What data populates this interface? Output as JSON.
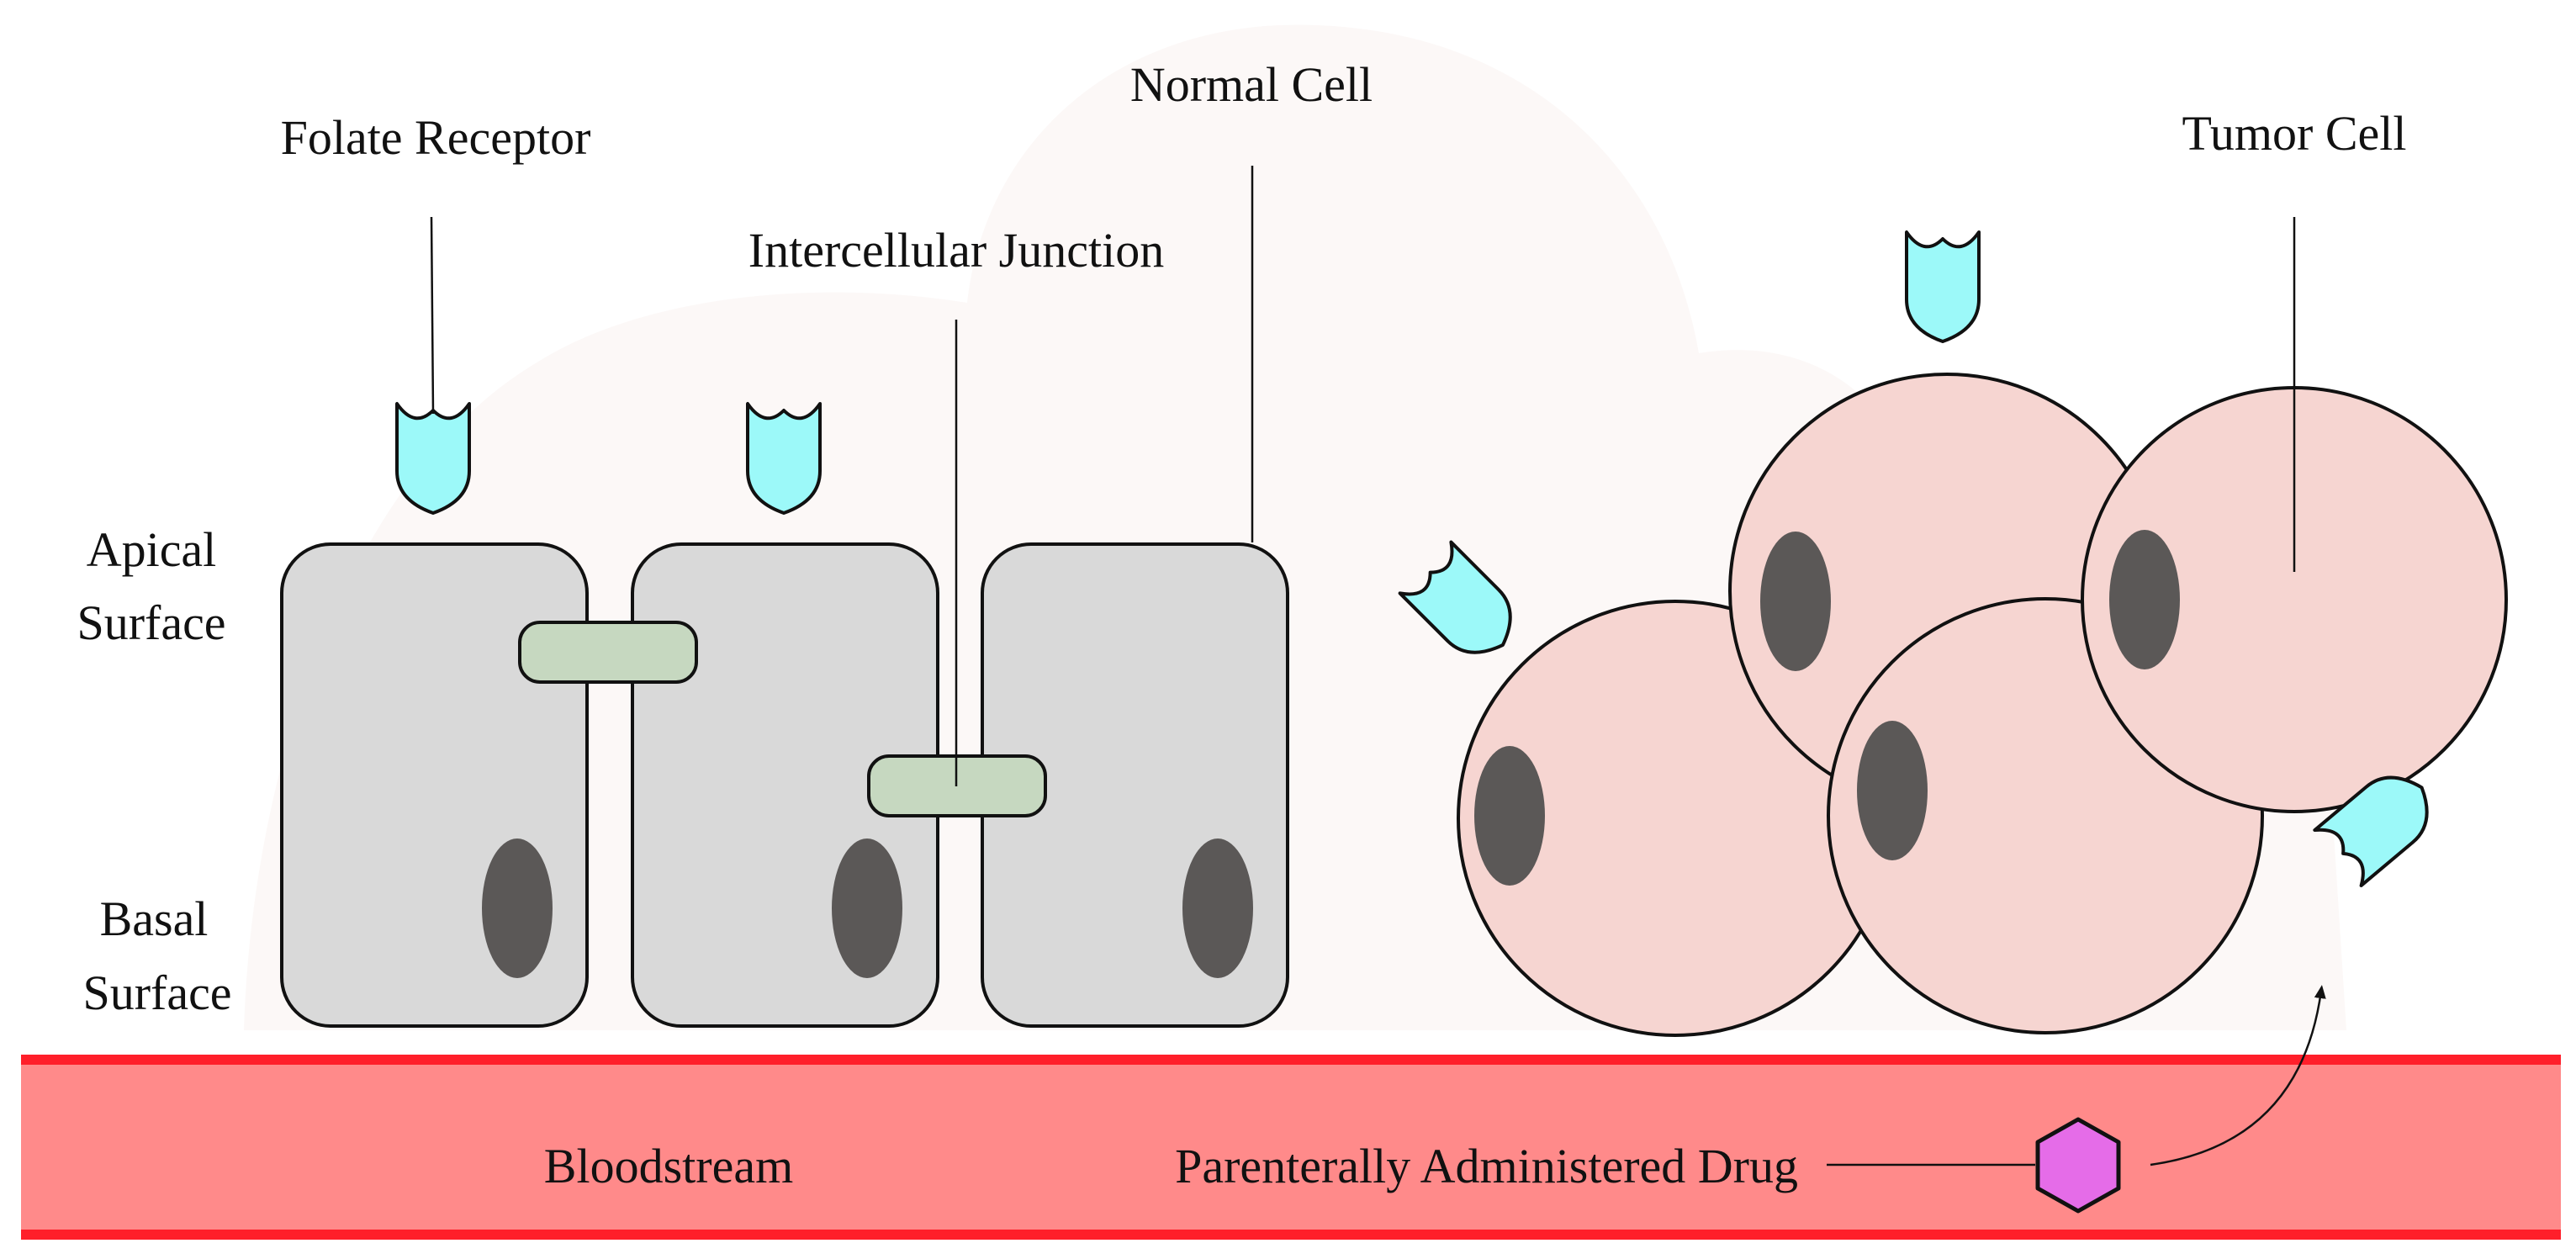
{
  "labels": {
    "folate_receptor": "Folate Receptor",
    "normal_cell": "Normal Cell",
    "intercellular_junction": "Intercellular Junction",
    "tumor_cell": "Tumor Cell",
    "apical_line1": "Apical",
    "apical_line2": "Surface",
    "basal_line1": "Basal",
    "basal_line2": "Surface",
    "bloodstream": "Bloodstream",
    "drug": "Parenterally Administered Drug"
  },
  "colors": {
    "background_blob": "#fcf8f7",
    "normal_cell_fill": "#d9d9d9",
    "nucleus": "#5b5857",
    "junction_fill": "#c6d8c0",
    "receptor_fill": "#9cf9f9",
    "tumor_cell_fill": "#f6d5d1",
    "bloodstream_fill": "#ff8a8a",
    "bloodstream_border": "#ff1f2a",
    "drug_fill": "#e56ce8",
    "outline": "#111111"
  },
  "icons": {
    "receptor": "folate-receptor-icon",
    "drug": "hexagon-drug-icon"
  }
}
